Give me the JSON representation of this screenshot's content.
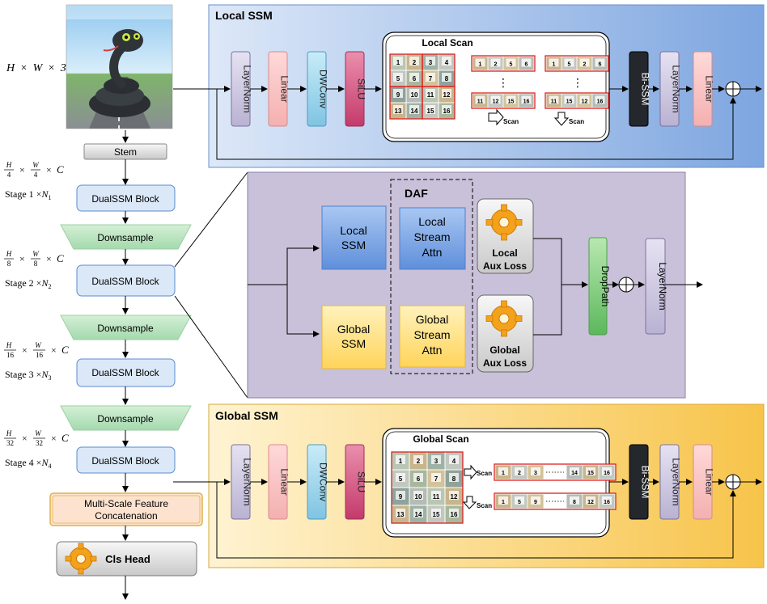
{
  "left": {
    "input_dims": {
      "h": "H",
      "times1": "×",
      "w": "W",
      "times2": "×",
      "c": "3"
    },
    "stem": "Stem",
    "block": "DualSSM Block",
    "downsample": "Downsample",
    "stages": [
      {
        "den": "4",
        "label": "Stage 1",
        "n": "N",
        "sub": "1"
      },
      {
        "den": "8",
        "label": "Stage 2",
        "n": "N",
        "sub": "2"
      },
      {
        "den": "16",
        "label": "Stage 3",
        "n": "N",
        "sub": "3"
      },
      {
        "den": "32",
        "label": "Stage 4",
        "n": "N",
        "sub": "4"
      }
    ],
    "frac_h": "H",
    "frac_w": "W",
    "times": "×",
    "c": "C",
    "stage_times": "×",
    "msfc_line1": "Multi-Scale Feature",
    "msfc_line2": "Concatenation",
    "cls_head": "Cls Head"
  },
  "local_ssm": {
    "title": "Local SSM",
    "layers": [
      "LayerNorm",
      "Linear",
      "DWConv",
      "SiLU"
    ],
    "scan_title": "Local Scan",
    "grid": [
      "1",
      "2",
      "3",
      "4",
      "5",
      "6",
      "7",
      "8",
      "9",
      "10",
      "11",
      "12",
      "13",
      "14",
      "15",
      "16"
    ],
    "seqA_top": [
      "1",
      "2",
      "5",
      "6"
    ],
    "seqA_bot": [
      "11",
      "12",
      "15",
      "16"
    ],
    "seqB_top": [
      "1",
      "5",
      "2",
      "6"
    ],
    "seqB_bot": [
      "11",
      "15",
      "12",
      "16"
    ],
    "dots": "⋮",
    "scan_label": "Scan",
    "post": [
      "Bi-SSM",
      "LayerNorm",
      "Linear"
    ]
  },
  "daf": {
    "title": "DAF",
    "local_ssm": [
      "Local",
      "SSM"
    ],
    "global_ssm": [
      "Global",
      "SSM"
    ],
    "local_attn": [
      "Local",
      "Stream",
      "Attn"
    ],
    "global_attn": [
      "Global",
      "Stream",
      "Attn"
    ],
    "local_loss": [
      "Local",
      "Aux Loss"
    ],
    "global_loss": [
      "Global",
      "Aux Loss"
    ],
    "droppath": "DropPath",
    "layernorm": "LayerNorm"
  },
  "global_ssm": {
    "title": "Global SSM",
    "layers": [
      "LayerNorm",
      "Linear",
      "DWConv",
      "SiLU"
    ],
    "scan_title": "Global Scan",
    "grid": [
      "1",
      "2",
      "3",
      "4",
      "5",
      "6",
      "7",
      "8",
      "9",
      "10",
      "11",
      "12",
      "13",
      "14",
      "15",
      "16"
    ],
    "seq_row": [
      "1",
      "2",
      "3",
      "14",
      "15",
      "16"
    ],
    "seq_col": [
      "1",
      "5",
      "9",
      "8",
      "12",
      "16"
    ],
    "scan_label": "Scan",
    "post": [
      "Bi-SSM",
      "LayerNorm",
      "Linear"
    ]
  },
  "colors": {
    "local_panel": "#aec6ea",
    "daf_panel": "#c9c1d9",
    "global_panel": "#fbe3a6",
    "layernorm": "#d6d2e6",
    "linear": "#f8c9c9",
    "dwconv": "#a8d8ec",
    "silu": "#d9577f",
    "block_blue": "#dbe8f8",
    "downsample": "#b8e0c0",
    "droppath": "#8fd18b"
  }
}
